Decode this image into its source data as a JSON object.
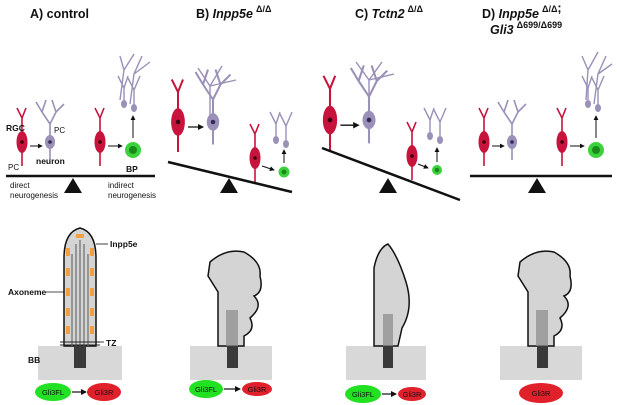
{
  "panels": [
    {
      "id": "A",
      "title": "A) control",
      "title_gene": "",
      "title_sup": ""
    },
    {
      "id": "B",
      "title": "B) ",
      "title_gene": "Inpp5e",
      "title_sup": "Δ/Δ"
    },
    {
      "id": "C",
      "title": "C) ",
      "title_gene": "Tctn2",
      "title_sup": "Δ/Δ"
    },
    {
      "id": "D",
      "title": "D) ",
      "title_gene": "Inpp5e",
      "title_sup": "Δ/Δ",
      "title_line2_gene": "Gli3",
      "title_line2_sup": "Δ699/Δ699"
    }
  ],
  "labels": {
    "rgc": "RGC",
    "pc_left": "PC",
    "pc_right": "PC",
    "neuron": "neuron",
    "bp": "BP",
    "direct_1": "direct",
    "direct_2": "neurogenesis",
    "indirect_1": "indirect",
    "indirect_2": "neurogenesis",
    "inpp5e": "Inpp5e",
    "axoneme": "Axoneme",
    "tz": "TZ",
    "bb": "BB",
    "d_semicolon": ";"
  },
  "gli": {
    "A": {
      "fl": "Gli3FL",
      "r": "Gli3R"
    },
    "B": {
      "fl": "Gli3FL",
      "r": "Gli3R"
    },
    "C": {
      "fl": "Gli3FL",
      "r": "Gli3R"
    },
    "D": {
      "r": "Gli3R"
    }
  },
  "colors": {
    "rgc": "#c8143c",
    "neuron": "#9a90b8",
    "bp": "#3cd23c",
    "gli3fl": "#22e022",
    "gli3r": "#e0202a",
    "cilium_fill": "#d4d4d4",
    "inpp5e": "#f0a040"
  }
}
